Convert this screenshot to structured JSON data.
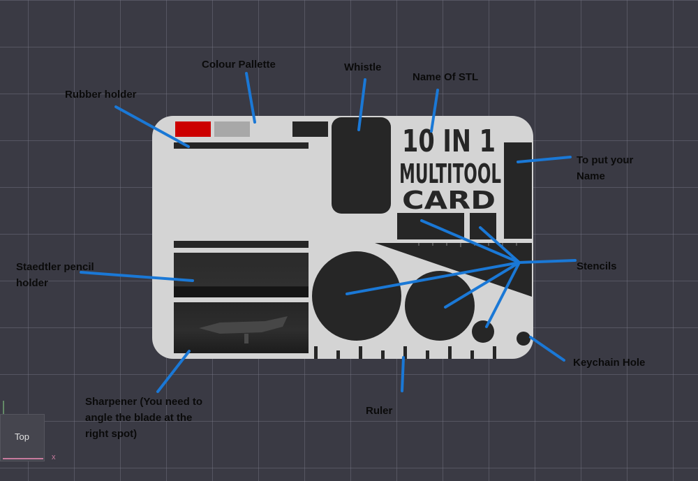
{
  "view": {
    "cube_label": "Top",
    "axis_x_label": "x"
  },
  "card": {
    "title_line1": "10 IN 1",
    "title_line2": "MULTITOOL",
    "title_line3": "CARD",
    "colors": {
      "card": "#d4d4d4",
      "slot": "#262626",
      "red_swatch": "#cc0000",
      "gray_swatch": "#a8a8a8",
      "leader": "#1a78d6"
    }
  },
  "labels": {
    "colour_pallette": "Colour Pallette",
    "whistle": "Whistle",
    "name_of_stl": "Name Of STL",
    "rubber_holder": "Rubber holder",
    "to_put_your_name_1": "To put your",
    "to_put_your_name_2": "Name",
    "staedtler_1": "Staedtler pencil",
    "staedtler_2": "holder",
    "stencils": "Stencils",
    "keychain_hole": "Keychain Hole",
    "sharpener_1": "Sharpener (You need to",
    "sharpener_2": "angle the blade at the",
    "sharpener_3": "right spot)",
    "ruler": "Ruler"
  }
}
